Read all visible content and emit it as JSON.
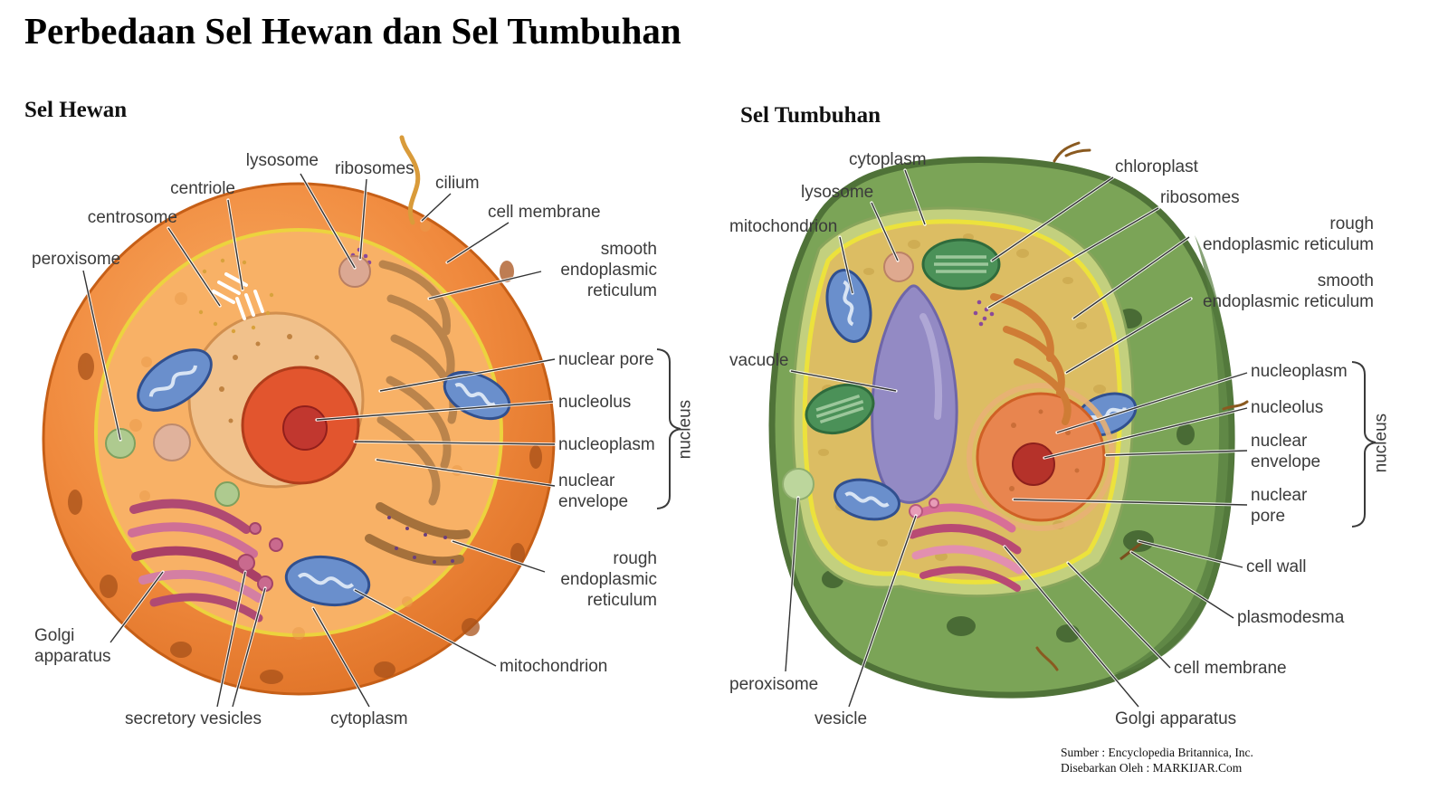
{
  "title": "Perbedaan Sel Hewan dan Sel Tumbuhan",
  "animal_cell": {
    "heading": "Sel Hewan",
    "labels": [
      {
        "text": "lysosome"
      },
      {
        "text": "ribosomes"
      },
      {
        "text": "cilium"
      },
      {
        "text": "centriole"
      },
      {
        "text": "centrosome"
      },
      {
        "text": "cell membrane"
      },
      {
        "text": "peroxisome"
      },
      {
        "text": "smooth\nendoplasmic\nreticulum"
      },
      {
        "text": "nuclear pore"
      },
      {
        "text": "nucleolus"
      },
      {
        "text": "nucleoplasm"
      },
      {
        "text": "nuclear\nenvelope"
      },
      {
        "text": "nucleus"
      },
      {
        "text": "rough\nendoplasmic\nreticulum"
      },
      {
        "text": "mitochondrion"
      },
      {
        "text": "Golgi\napparatus"
      },
      {
        "text": "secretory vesicles"
      },
      {
        "text": "cytoplasm"
      }
    ]
  },
  "plant_cell": {
    "heading": "Sel Tumbuhan",
    "labels": [
      {
        "text": "cytoplasm"
      },
      {
        "text": "chloroplast"
      },
      {
        "text": "lysosome"
      },
      {
        "text": "ribosomes"
      },
      {
        "text": "mitochondrion"
      },
      {
        "text": "rough\nendoplasmic reticulum"
      },
      {
        "text": "smooth\nendoplasmic reticulum"
      },
      {
        "text": "vacuole"
      },
      {
        "text": "nucleoplasm"
      },
      {
        "text": "nucleolus"
      },
      {
        "text": "nuclear\nenvelope"
      },
      {
        "text": "nucleus"
      },
      {
        "text": "nuclear\npore"
      },
      {
        "text": "cell wall"
      },
      {
        "text": "plasmodesma"
      },
      {
        "text": "cell membrane"
      },
      {
        "text": "Golgi apparatus"
      },
      {
        "text": "peroxisome"
      },
      {
        "text": "vesicle"
      }
    ]
  },
  "source": {
    "line1": "Sumber : Encyclopedia Britannica, Inc.",
    "line2": "Disebarkan Oleh : MARKIJAR.Com"
  },
  "colors": {
    "animal_body": "#f08a3e",
    "plant_body": "#7ba457",
    "plant_interior": "#dcbd63",
    "nucleus_red": "#c1372f",
    "vacuole_purple": "#938ac4",
    "mitochondrion_blue": "#6a8fcc",
    "golgi_pink": "#cf6f96",
    "membrane_yellow": "#ece23c"
  }
}
